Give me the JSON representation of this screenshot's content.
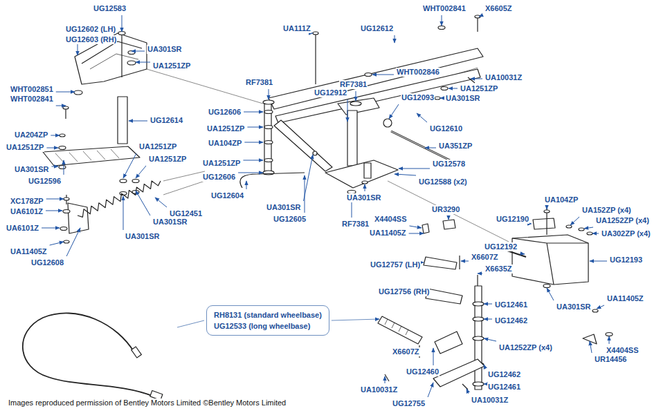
{
  "diagram": {
    "caption": "Images reproduced permission of Bentley Motors Limited ©Bentley Motors Limited",
    "nodes": [
      {
        "text": [
          "RH8131 (standard wheelbase)",
          "UG12533 (long wheelbase)"
        ]
      }
    ],
    "labels": [
      "UG12583",
      "UG12602 (LH)",
      "UG12603 (RH)",
      "UA301SR",
      "UA1251ZP",
      "WHT002851",
      "WHT002841",
      "UG12614",
      "UA204ZP",
      "UA1251ZP",
      "UA1251ZP",
      "UA1251ZP",
      "UA301SR",
      "UG12596",
      "XC178ZP",
      "UA6101Z",
      "UG12451",
      "UA301SR",
      "UA6101Z",
      "UA301SR",
      "UA11405Z",
      "UG12608",
      "UA111Z",
      "UG12612",
      "WHT002841",
      "X6605Z",
      "WHT002846",
      "RF7381",
      "RF7381",
      "UG12912",
      "UG12093",
      "UA10031Z",
      "UA1251ZP",
      "UA301SR",
      "UG12606",
      "UA1251ZP",
      "UG12610",
      "UA104ZP",
      "UA351ZP",
      "UA1251ZP",
      "UG12578",
      "UG12606",
      "UG12588 (x2)",
      "UG12604",
      "UA301SR",
      "UA301SR",
      "UG12605",
      "RF7381",
      "X4404SS",
      "UR3290",
      "UA11405Z",
      "UG12190",
      "UA104ZP",
      "UA152ZP (x4)",
      "UA1252ZP (x4)",
      "UA302ZP (x4)",
      "UG12192",
      "UG12193",
      "UG12757 (LH)",
      "X6607Z",
      "X6635Z",
      "UG12756 (RH)",
      "UG12461",
      "UA301SR",
      "UA11405Z",
      "UG12462",
      "X6607Z",
      "UA1252ZP (x4)",
      "X4404SS",
      "UR14456",
      "UG12460",
      "UG12462",
      "UG12461",
      "UA10031Z",
      "UG12755",
      "UA10031Z"
    ]
  }
}
